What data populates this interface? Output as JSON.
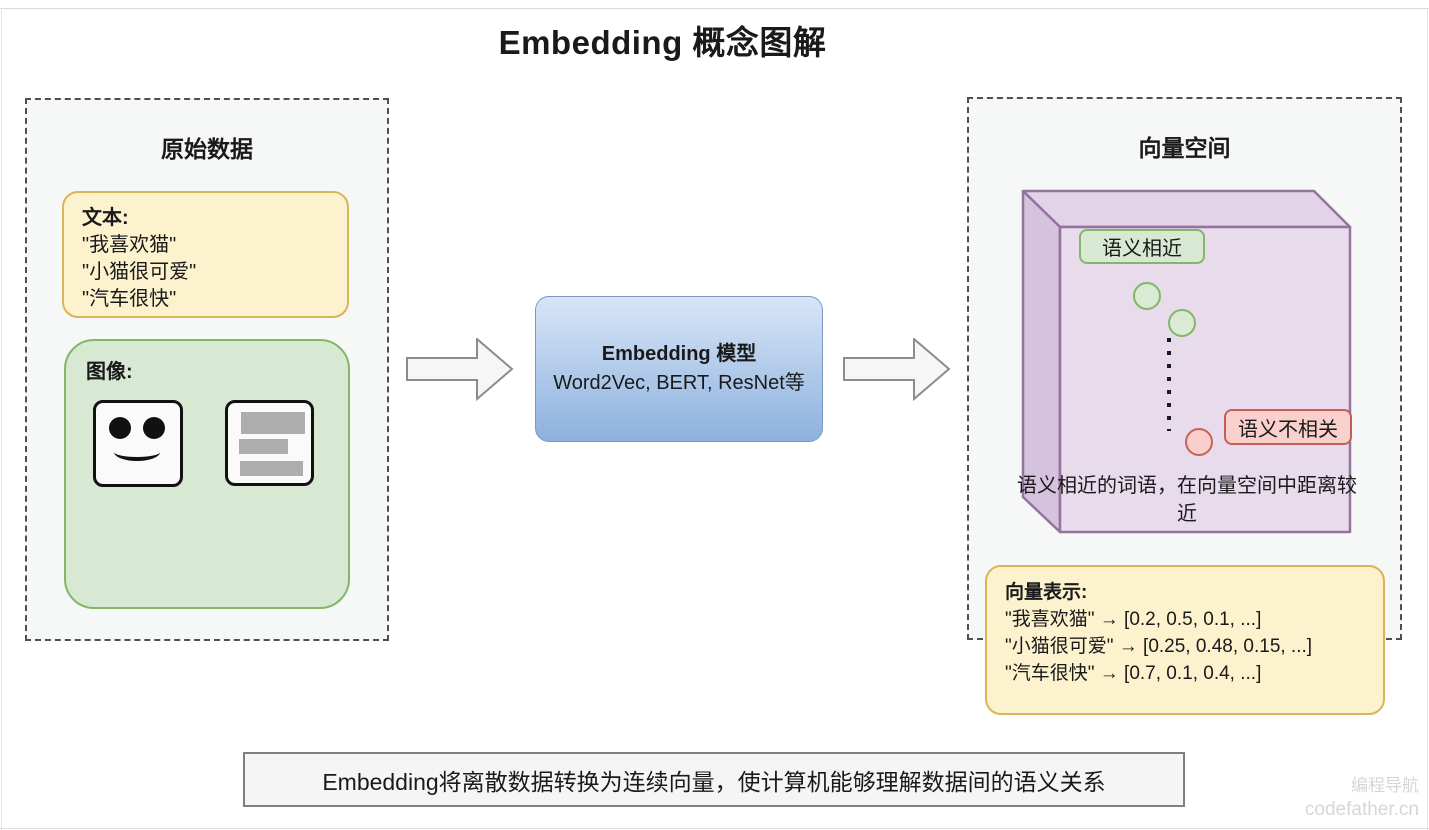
{
  "page": {
    "title": "Embedding 概念图解",
    "summary": "Embedding将离散数据转换为连续向量，使计算机能够理解数据间的语义关系",
    "watermark": {
      "line1": "编程导航",
      "line2": "codefather.cn"
    }
  },
  "raw_data_panel": {
    "title": "原始数据",
    "text_card": {
      "label": "文本:",
      "items": [
        "\"我喜欢猫\"",
        "\"小猫很可爱\"",
        "\"汽车很快\""
      ]
    },
    "image_card": {
      "label": "图像:",
      "icons": [
        "smiley-face",
        "document-lines"
      ]
    }
  },
  "model_box": {
    "title": "Embedding 模型",
    "subtitle": "Word2Vec, BERT, ResNet等"
  },
  "vector_space_panel": {
    "title": "向量空间",
    "similar_label": "语义相近",
    "dissimilar_label": "语义不相关",
    "caption": "语义相近的词语，在向量空间中距离较近",
    "vector_card": {
      "label": "向量表示:",
      "items": [
        "\"我喜欢猫\" → [0.2, 0.5, 0.1, ...]",
        "\"小猫很可爱\" → [0.25, 0.48, 0.15, ...]",
        "\"汽车很快\" → [0.7, 0.1, 0.4, ...]"
      ]
    }
  },
  "colors": {
    "card_yellow_bg": "#fcf2ce",
    "card_yellow_border": "#d9b55a",
    "card_green_bg": "#d7e9d2",
    "card_green_border": "#85b567",
    "model_blue_top": "#d8e5f7",
    "model_blue_bottom": "#8db1de",
    "model_blue_border": "#7b97be",
    "cube_front": "#e7dbec",
    "cube_top": "#e2d3e8",
    "cube_left": "#d5c2de",
    "cube_border": "#95739f",
    "chip_pink_bg": "#f9d0cc",
    "chip_pink_border": "#c0605a",
    "summary_bg": "#f5f5f5",
    "summary_border": "#7f7f7f"
  }
}
